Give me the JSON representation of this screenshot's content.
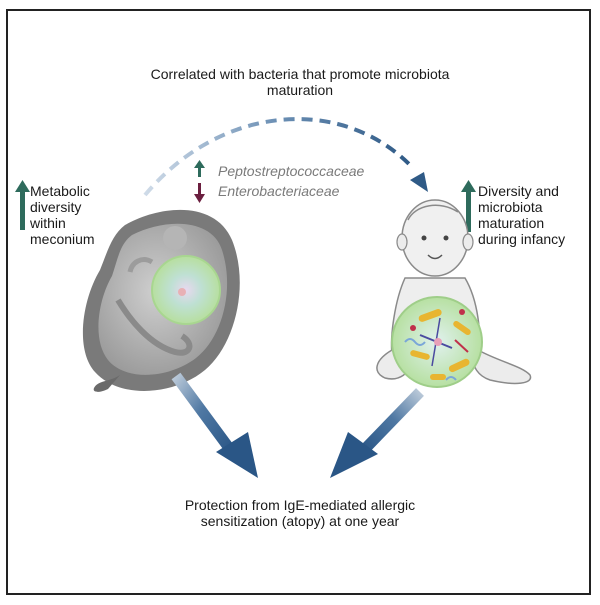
{
  "top_caption": "Correlated with bacteria that promote microbiota maturation",
  "left_label": "Metabolic diversity within meconium",
  "right_label": "Diversity and microbiota maturation during infancy",
  "taxa": {
    "increased": "Peptostreptococcaceae",
    "decreased": "Enterobacteriaceae"
  },
  "bottom_caption": "Protection from IgE-mediated allergic sensitization (atopy) at one year",
  "colors": {
    "up_arrow": "#2e6b5c",
    "down_arrow": "#6b1f3f",
    "main_arrow": "#2f5f8f",
    "dashed_arc": "#355f8a",
    "figure_gray": "#6f6f6f",
    "gut_sphere": "#b9e3a8"
  }
}
